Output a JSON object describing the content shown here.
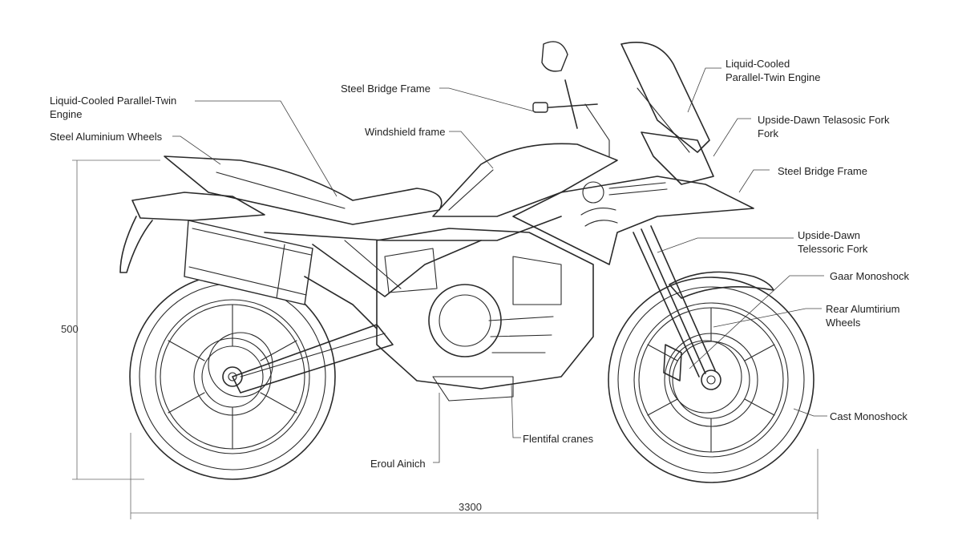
{
  "labels": {
    "left_engine": "Liquid-Cooled Parallel-Twin\nEngine",
    "left_wheels": "Steel Aluminium Wheels",
    "top_frame": "Steel Bridge Frame",
    "top_windshield": "Windshield frame",
    "right_engine": "Liquid-Cooled\nParallel-Twin Engine",
    "right_fork_top": "Upside-Dawn Telasosic Fork\nFork",
    "right_frame": "Steel Bridge Frame",
    "right_fork_mid": "Upside-Dawn\nTelessoric Fork",
    "right_monoshock": "Gaar Monoshock",
    "right_rear_wheels": "Rear Alumtirium\nWheels",
    "right_cast": "Cast Monoshock",
    "bottom_mid": "Flentifal cranes",
    "bottom_left": "Eroul Ainich"
  },
  "dimensions": {
    "height": "500",
    "length": "3300"
  },
  "colors": {
    "line": "#2a2a2a",
    "text": "#1f1f1f",
    "background": "#ffffff"
  }
}
